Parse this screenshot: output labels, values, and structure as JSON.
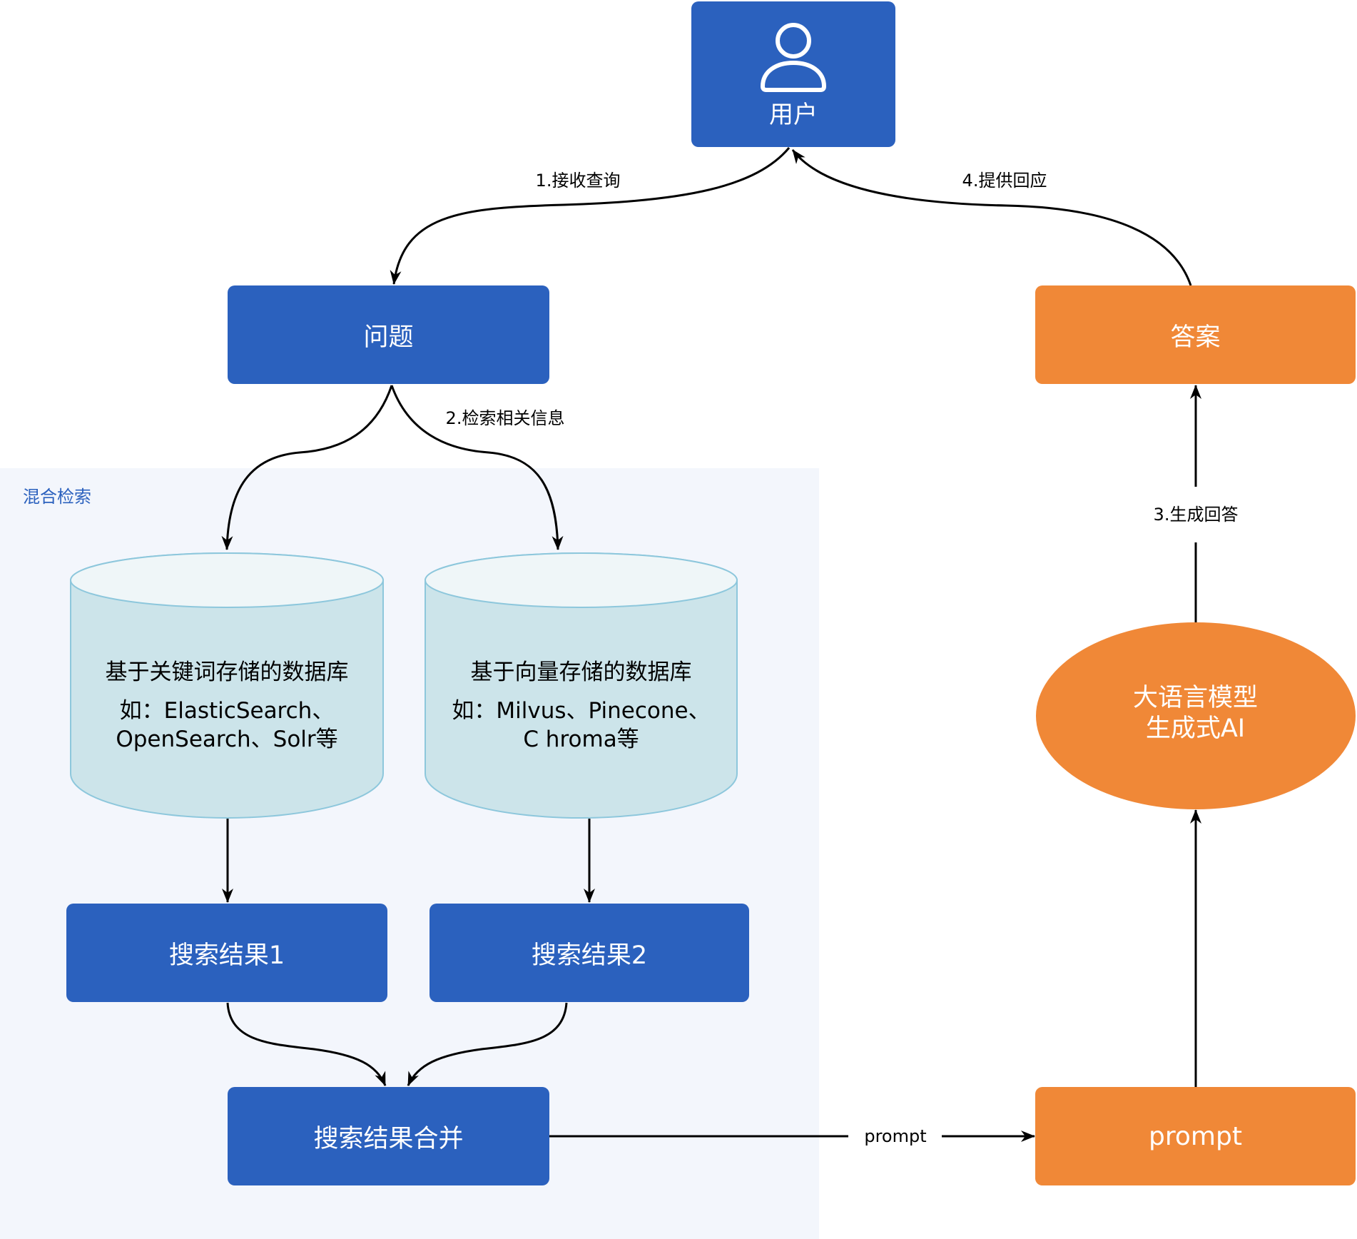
{
  "colors": {
    "primary_blue": "#2B61BE",
    "accent_orange": "#F08837",
    "region_background": "#F3F6FC",
    "database_fill": "#CCE4EA",
    "database_top_fill": "#EFF6F8",
    "database_stroke": "#8DC7DC",
    "edge": "#000000",
    "box_text": "#FFFFFF"
  },
  "region": {
    "label": "混合检索"
  },
  "nodes": {
    "user": {
      "label": "用户",
      "icon": "user-icon"
    },
    "question": {
      "label": "问题"
    },
    "answer": {
      "label": "答案"
    },
    "keyword_db": {
      "lines": [
        "基于关键词存储的数据库",
        "如：ElasticSearch、",
        "OpenSearch、Solr等"
      ]
    },
    "vector_db": {
      "lines": [
        "基于向量存储的数据库",
        "如：Milvus、Pinecone、",
        "C hroma等"
      ]
    },
    "result_1": {
      "label": "搜索结果1"
    },
    "result_2": {
      "label": "搜索结果2"
    },
    "merged": {
      "label": "搜索结果合并"
    },
    "prompt": {
      "label": "prompt"
    },
    "llm": {
      "lines": [
        "大语言模型",
        "生成式AI"
      ]
    }
  },
  "edges": {
    "receive_query": "1.接收查询",
    "retrieve_info": "2.检索相关信息",
    "generate_answer": "3.生成回答",
    "provide_response": "4.提供回应",
    "prompt": "prompt"
  }
}
